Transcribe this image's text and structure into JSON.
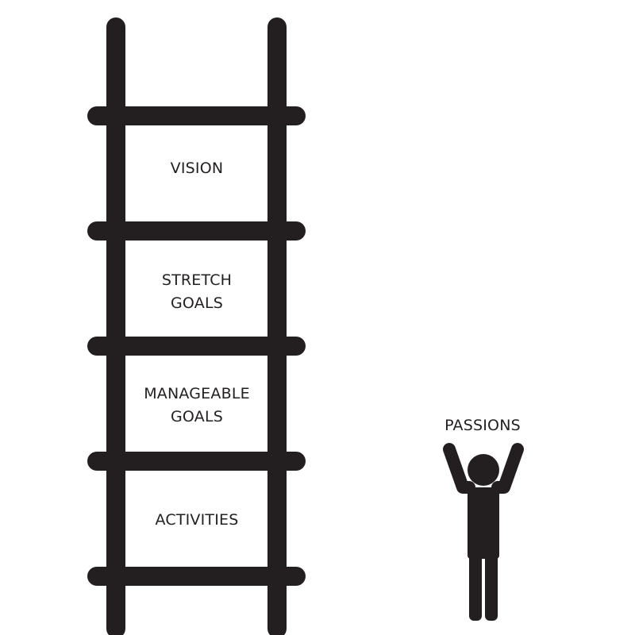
{
  "colors": {
    "ink": "#231f20",
    "background": "#ffffff"
  },
  "ladder": {
    "rungs": [
      {
        "lines": [
          "VISION"
        ]
      },
      {
        "lines": [
          "STRETCH",
          "GOALS"
        ]
      },
      {
        "lines": [
          "MANAGEABLE",
          "GOALS"
        ]
      },
      {
        "lines": [
          "ACTIVITIES"
        ]
      }
    ]
  },
  "figure": {
    "label": "PASSIONS",
    "icon": "person-arms-raised-icon"
  }
}
